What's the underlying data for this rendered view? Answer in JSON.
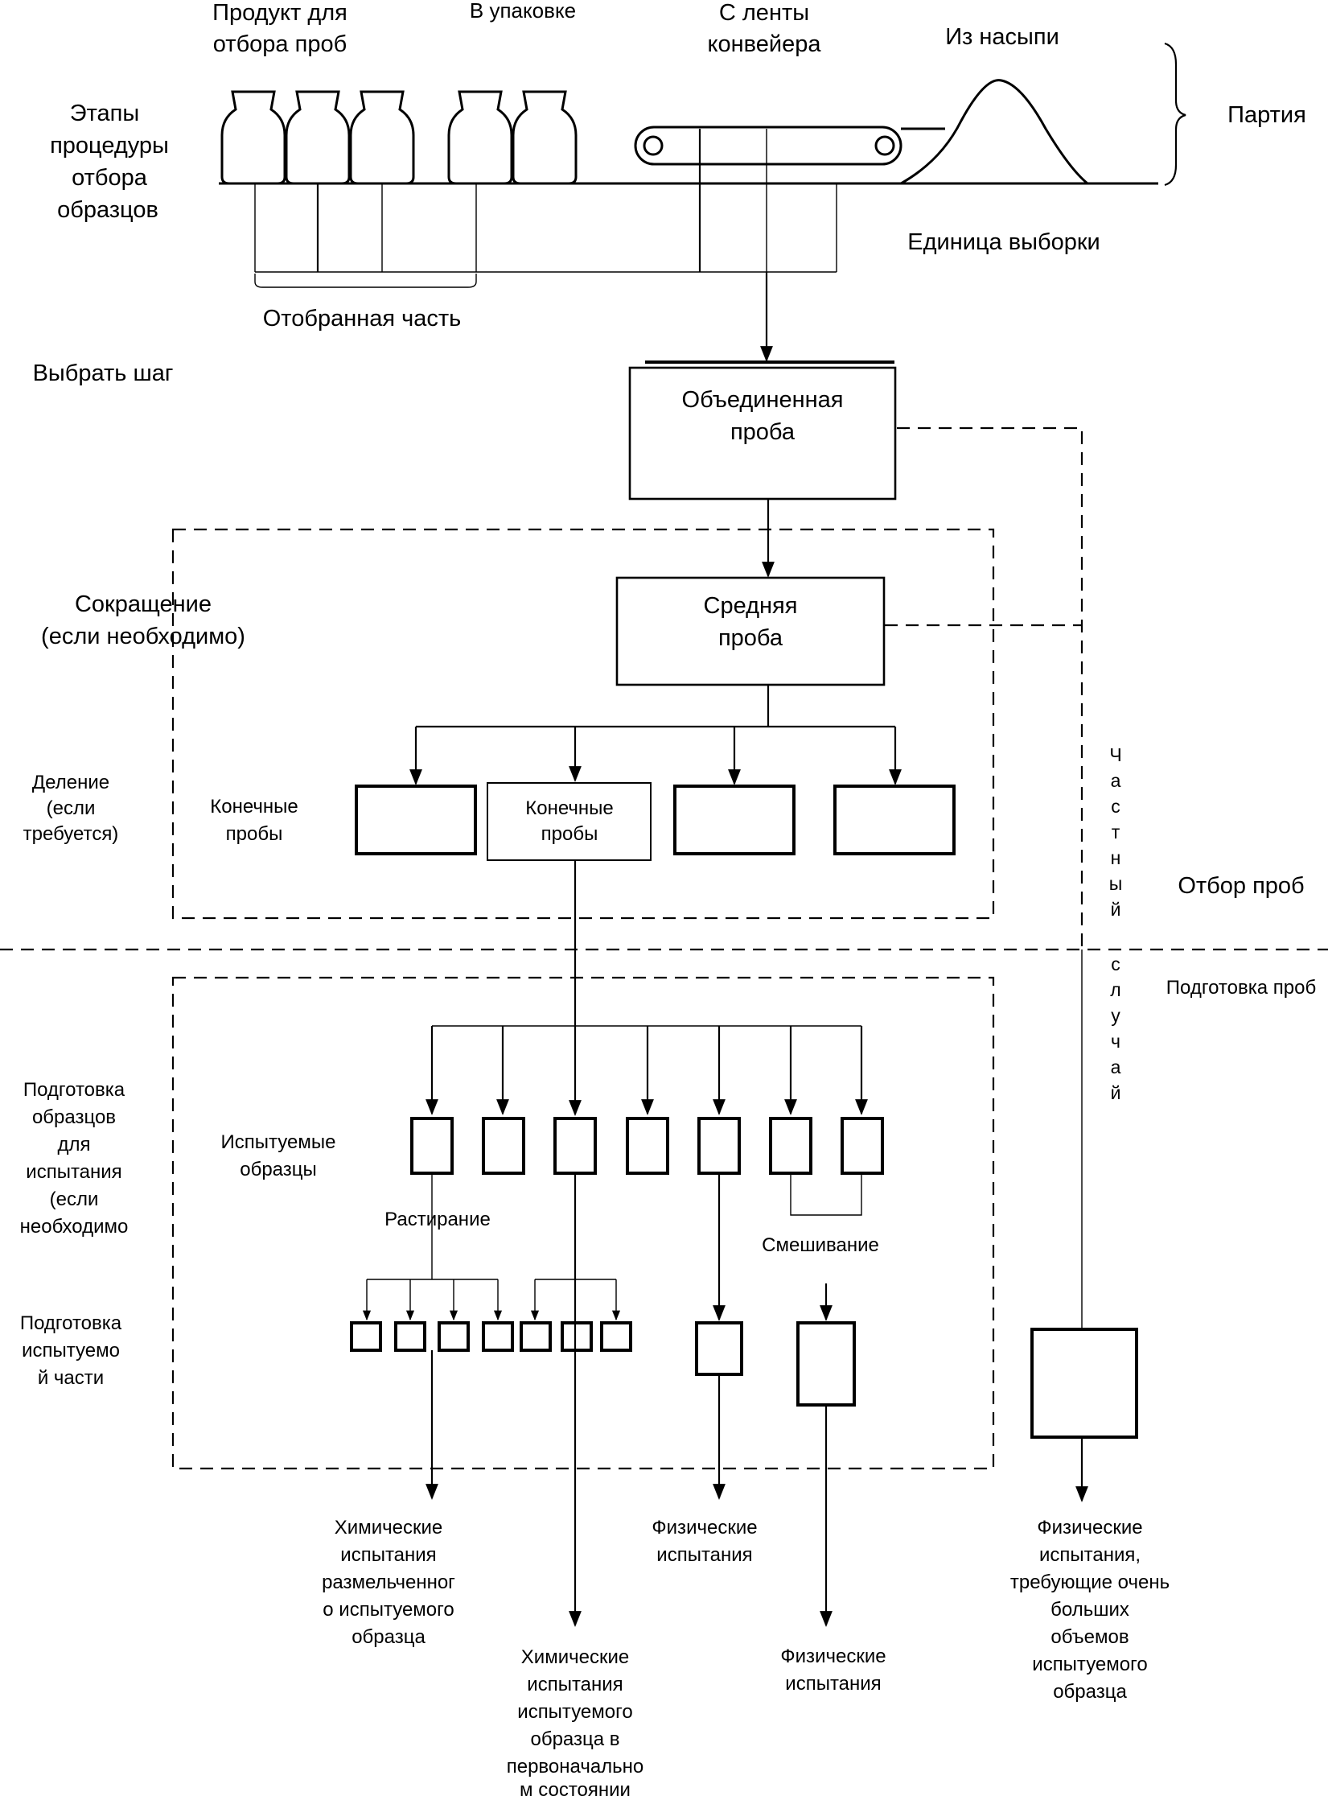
{
  "header": {
    "product_label_1": "Продукт для",
    "product_label_2": "отбора проб",
    "packaged": "В упаковке",
    "conveyor_1": "С ленты",
    "conveyor_2": "конвейера",
    "bulk": "Из насыпи",
    "lot": "Партия"
  },
  "stages": {
    "title": [
      "Этапы",
      "процедуры",
      "отбора",
      "образцов"
    ],
    "sampling_unit": "Единица выборки",
    "selected_part": "Отобранная часть",
    "select_step": "Выбрать шаг",
    "reduction": [
      "Сокращение",
      "(если необходимо)"
    ],
    "division": [
      "Деление",
      "(если",
      "требуется)"
    ],
    "test_prep": [
      "Подготовка",
      "образцов",
      "для",
      "испытания",
      "(если",
      "необходимо"
    ],
    "portion_prep": [
      "Подготовка",
      "испытуемо",
      "й части"
    ]
  },
  "boxes": {
    "combined": [
      "Объединенная",
      "проба"
    ],
    "average": [
      "Средняя",
      "проба"
    ],
    "final_left": [
      "Конечные",
      "пробы"
    ],
    "final_box": [
      "Конечные",
      "пробы"
    ],
    "test_samples": [
      "Испытуемые",
      "образцы"
    ]
  },
  "process": {
    "grinding": "Растирание",
    "mixing": "Смешивание",
    "special_case": [
      "Ч",
      "а",
      "с",
      "т",
      "н",
      "ы",
      "й",
      "",
      "с",
      "л",
      "у",
      "ч",
      "а",
      "й"
    ]
  },
  "zones": {
    "sampling": "Отбор проб",
    "sample_prep": "Подготовка проб"
  },
  "outcomes": {
    "chem_ground": [
      "Химические",
      "испытания",
      "размельченног",
      "о испытуемого",
      "образца"
    ],
    "chem_original": [
      "Химические",
      "испытания",
      "испытуемого",
      "образца в",
      "первоначально",
      "м состоянии"
    ],
    "phys_1": [
      "Физические",
      "испытания"
    ],
    "phys_2": [
      "Физические",
      "испытания"
    ],
    "phys_large": [
      "Физические",
      "испытания,",
      "требующие очень",
      "больших",
      "объемов",
      "испытуемого",
      "образца"
    ]
  }
}
